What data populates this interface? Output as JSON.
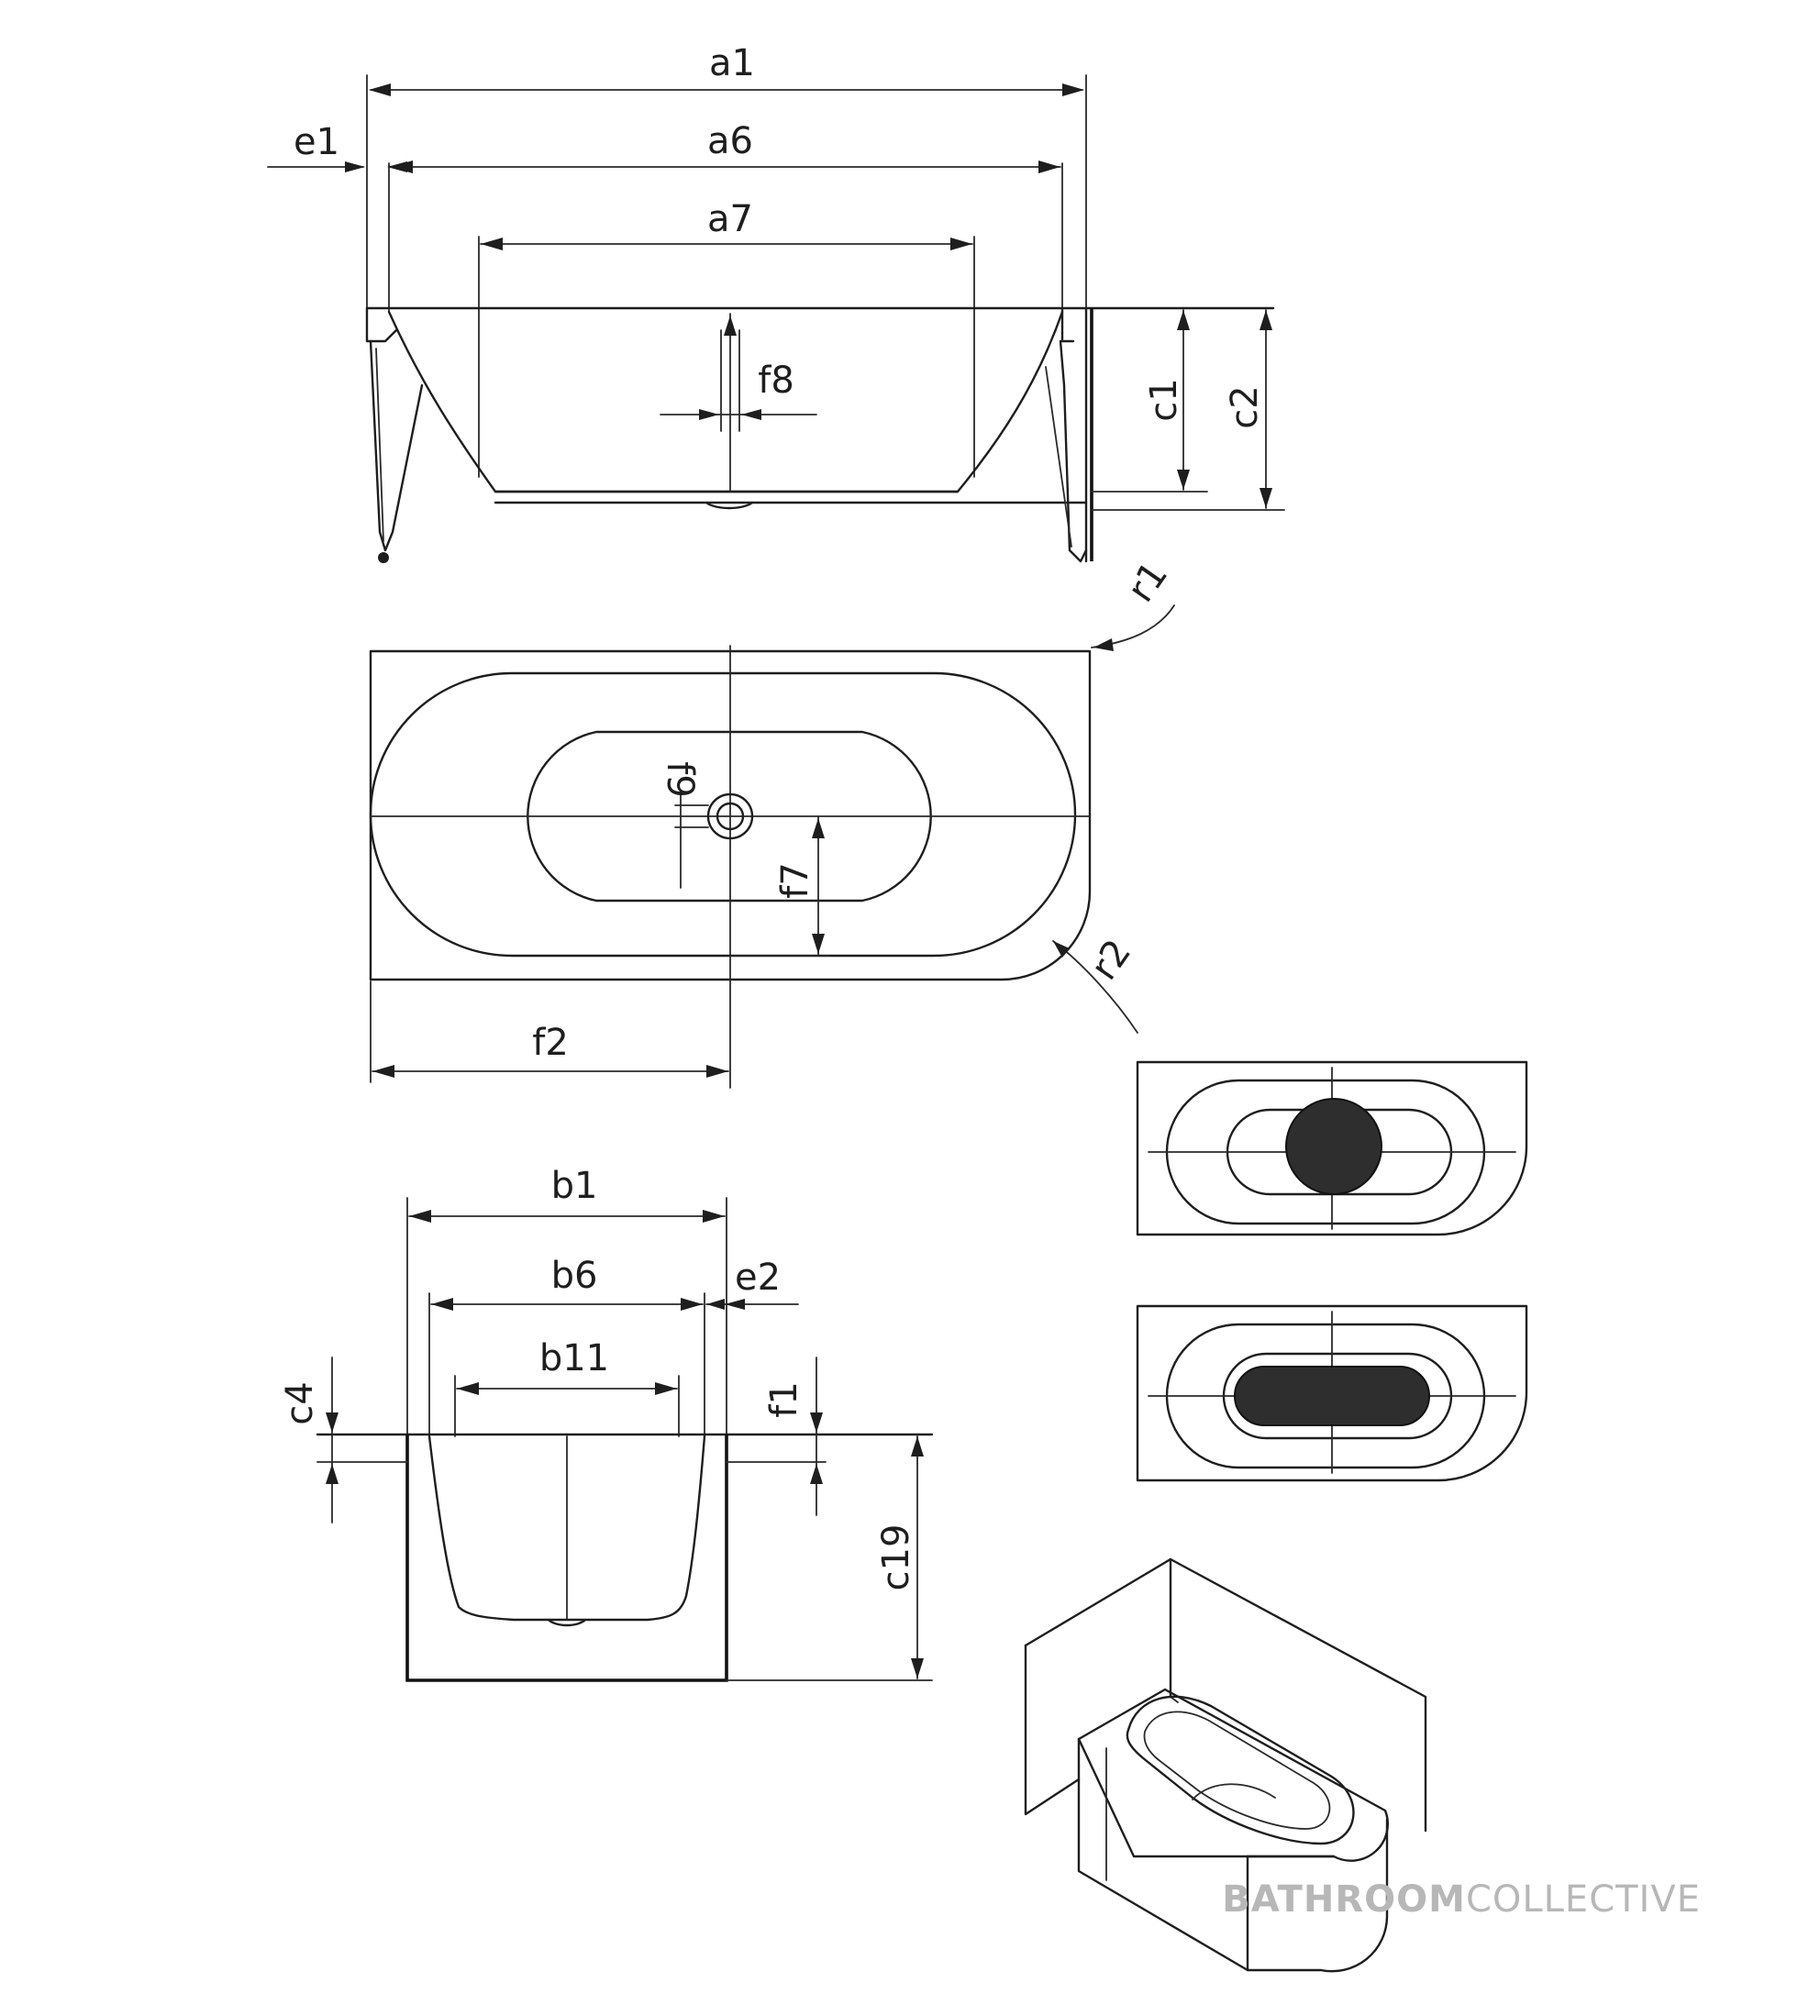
{
  "side_view": {
    "dims": {
      "a1": "a1",
      "a6": "a6",
      "a7": "a7",
      "e1": "e1",
      "f8": "f8",
      "c1": "c1",
      "c2": "c2"
    }
  },
  "plan_view": {
    "dims": {
      "r1": "r1",
      "r2": "r2",
      "f9": "f9",
      "f7": "f7",
      "f2": "f2"
    }
  },
  "end_view": {
    "dims": {
      "b1": "b1",
      "b6": "b6",
      "b11": "b11",
      "e2": "e2",
      "c4": "c4",
      "f1": "f1",
      "c19": "c19"
    }
  },
  "logo": {
    "bold": "BATHROOM",
    "thin": "COLLECTIVE"
  },
  "colors": {
    "line": "#1e1e1e",
    "logo": "#b7b7b7",
    "fill": "#2e2e2e"
  }
}
